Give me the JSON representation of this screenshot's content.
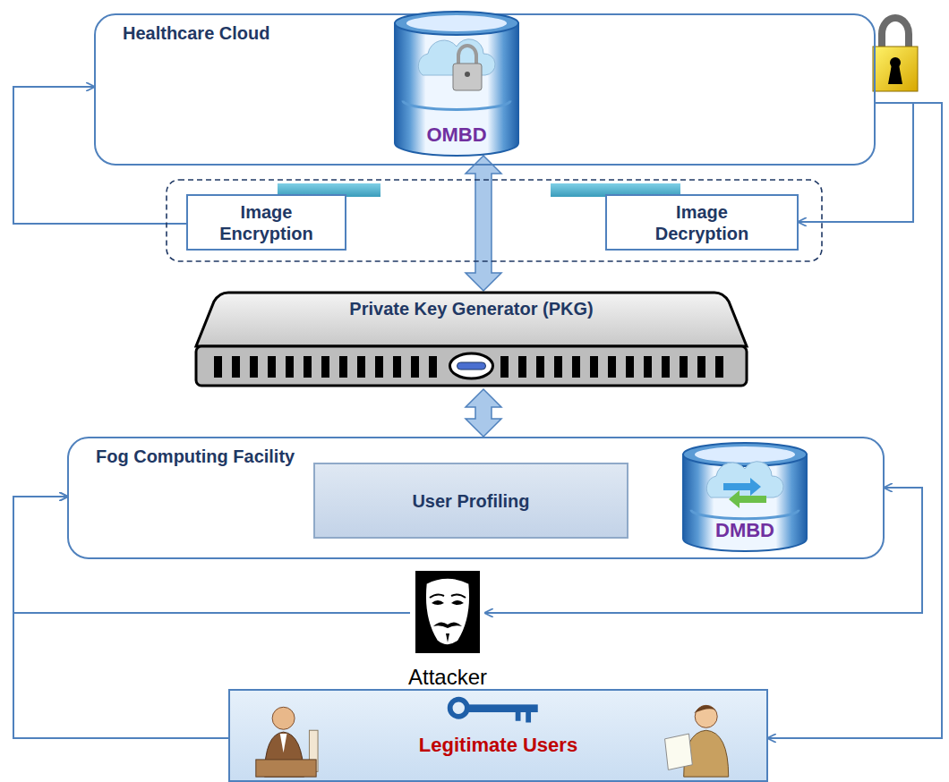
{
  "diagram": {
    "nodes": [
      {
        "text": [
          "Healthcare Cloud"
        ]
      },
      {
        "text": [
          "OMBD"
        ],
        "in": 0
      },
      {
        "text": [
          "Image Encryption"
        ]
      },
      {
        "text": [
          "Image Decryption"
        ]
      },
      {
        "text": [
          "Private Key Generator (PKG)"
        ]
      },
      {
        "text": [
          "Fog Computing Facility"
        ]
      },
      {
        "text": [
          "User Profiling"
        ],
        "in": 5
      },
      {
        "text": [
          "DMBD"
        ],
        "in": 5
      },
      {
        "text": [
          "Attacker"
        ]
      },
      {
        "text": [
          "Legitimate Users"
        ]
      }
    ],
    "edges": [
      {
        "from": 1,
        "to": 4,
        "arrow": "both"
      },
      {
        "from": 4,
        "to": 5,
        "arrow": "both"
      },
      {
        "from": 2,
        "to": 0,
        "arrow": "to"
      },
      {
        "from": 0,
        "to": 3,
        "arrow": "to"
      },
      {
        "from": 0,
        "to": 9,
        "arrow": "to"
      },
      {
        "from": 5,
        "to": 8,
        "arrow": "both"
      },
      {
        "from": 8,
        "to": 5,
        "arrow": "to"
      },
      {
        "from": 9,
        "to": 5,
        "arrow": "to"
      }
    ]
  }
}
